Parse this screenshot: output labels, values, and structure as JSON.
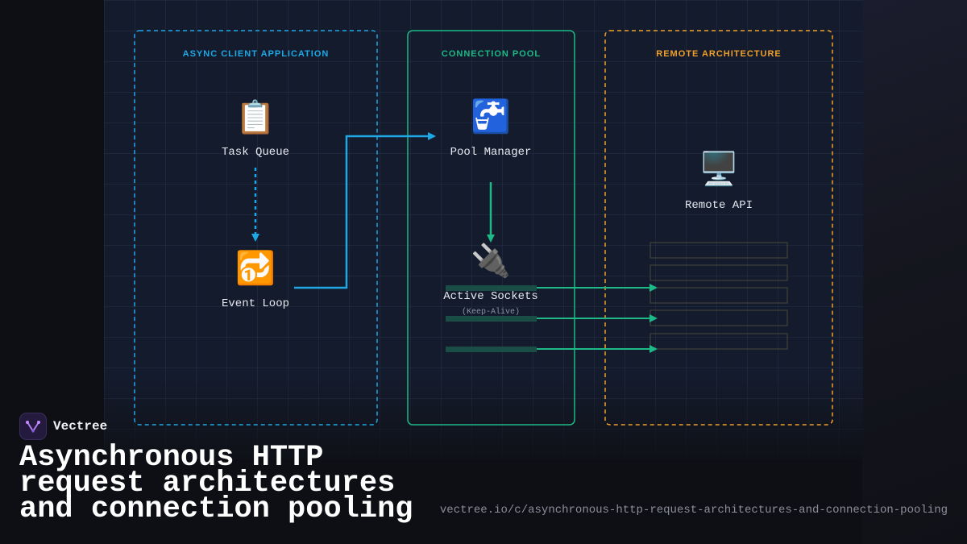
{
  "colors": {
    "async": "#1ea8e6",
    "pool": "#1db987",
    "remote": "#f0a02a"
  },
  "lanes": {
    "async": {
      "title": "ASYNC CLIENT APPLICATION"
    },
    "pool": {
      "title": "CONNECTION POOL"
    },
    "remote": {
      "title": "REMOTE ARCHITECTURE"
    }
  },
  "nodes": {
    "task_queue": {
      "label": "Task Queue",
      "icon": "clipboard-icon",
      "glyph": "📋"
    },
    "event_loop": {
      "label": "Event Loop",
      "icon": "repeat-once-icon",
      "glyph": "🔂"
    },
    "pool_manager": {
      "label": "Pool Manager",
      "icon": "faucet-icon",
      "glyph": "🚰"
    },
    "active_sockets": {
      "label": "Active Sockets",
      "sublabel": "(Keep-Alive)",
      "icon": "plug-icon",
      "glyph": "🔌"
    },
    "remote_api": {
      "label": "Remote API",
      "icon": "monitor-icon",
      "glyph": "🖥️"
    }
  },
  "brand": {
    "name": "Vectree",
    "icon": "vectree-logo-icon"
  },
  "headline": "Asynchronous HTTP request architectures and connection pooling",
  "url": "vectree.io/c/asynchronous-http-request-architectures-and-connection-pooling"
}
